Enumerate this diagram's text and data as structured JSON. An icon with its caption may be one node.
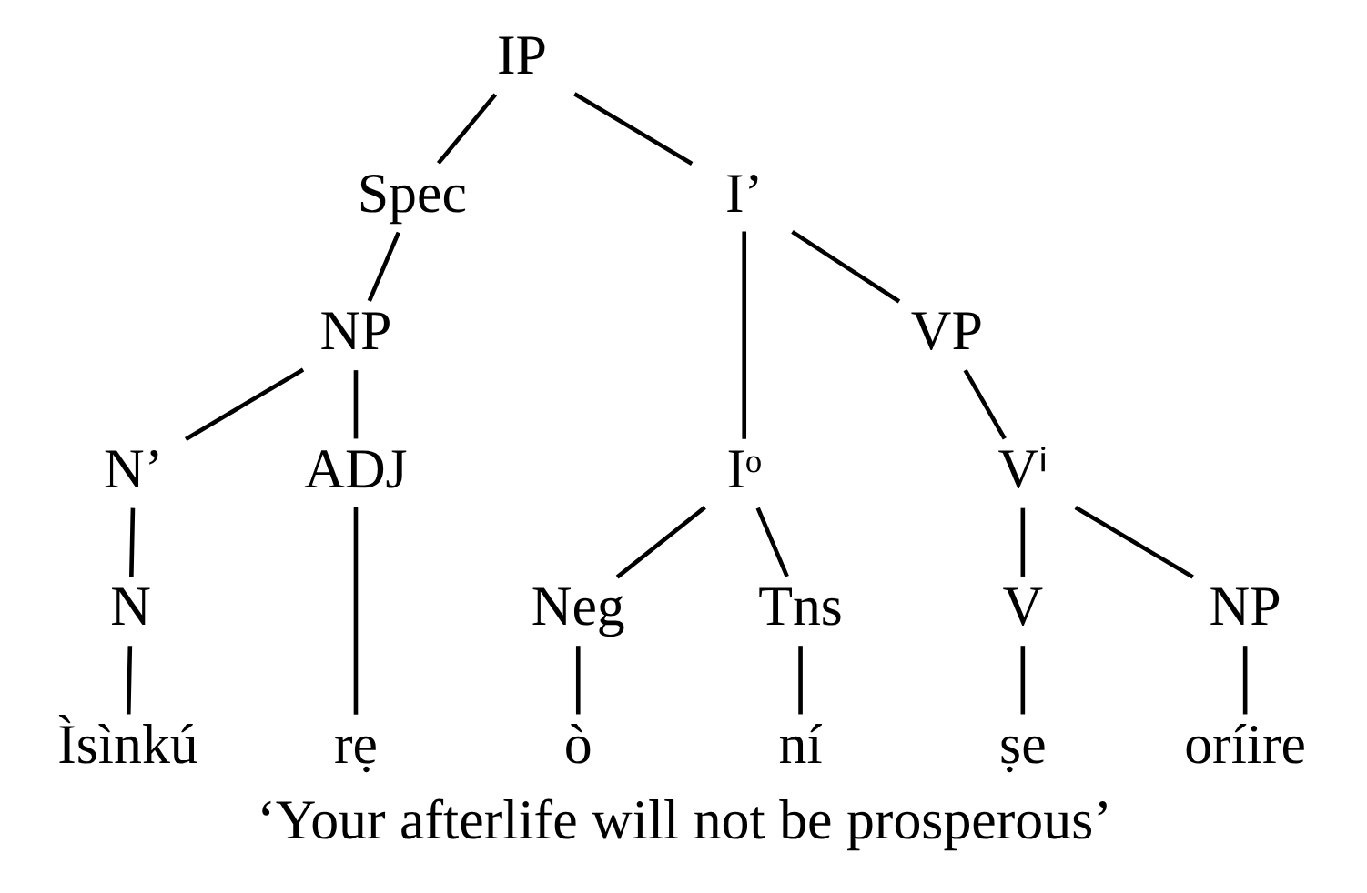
{
  "diagram": {
    "caption": "‘Your afterlife will not be prosperous’",
    "nodes": [
      {
        "text": [
          "IP"
        ]
      },
      {
        "text": [
          "Spec"
        ]
      },
      {
        "text": [
          "I’"
        ]
      },
      {
        "text": [
          "NP"
        ]
      },
      {
        "text": [
          "Iᵒ"
        ]
      },
      {
        "text": [
          "VP"
        ]
      },
      {
        "text": [
          "N’"
        ]
      },
      {
        "text": [
          "ADJ"
        ]
      },
      {
        "text": [
          "Vⁱ"
        ]
      },
      {
        "text": [
          "N"
        ]
      },
      {
        "text": [
          "Neg"
        ]
      },
      {
        "text": [
          "Tns"
        ]
      },
      {
        "text": [
          "V"
        ]
      },
      {
        "text": [
          "NP"
        ]
      },
      {
        "text": [
          "Ìsìnkú"
        ]
      },
      {
        "text": [
          "rẹ"
        ]
      },
      {
        "text": [
          "ò"
        ]
      },
      {
        "text": [
          "ní"
        ]
      },
      {
        "text": [
          "ṣe"
        ]
      },
      {
        "text": [
          "oríire"
        ]
      }
    ],
    "edges": [
      {
        "from": 0,
        "to": 1,
        "arrow": "none"
      },
      {
        "from": 0,
        "to": 2,
        "arrow": "none"
      },
      {
        "from": 1,
        "to": 3,
        "arrow": "none"
      },
      {
        "from": 2,
        "to": 4,
        "arrow": "none"
      },
      {
        "from": 2,
        "to": 5,
        "arrow": "none"
      },
      {
        "from": 3,
        "to": 6,
        "arrow": "none"
      },
      {
        "from": 3,
        "to": 7,
        "arrow": "none"
      },
      {
        "from": 5,
        "to": 8,
        "arrow": "none"
      },
      {
        "from": 6,
        "to": 9,
        "arrow": "none"
      },
      {
        "from": 4,
        "to": 10,
        "arrow": "none"
      },
      {
        "from": 4,
        "to": 11,
        "arrow": "none"
      },
      {
        "from": 8,
        "to": 12,
        "arrow": "none"
      },
      {
        "from": 8,
        "to": 13,
        "arrow": "none"
      },
      {
        "from": 9,
        "to": 14,
        "arrow": "none"
      },
      {
        "from": 7,
        "to": 15,
        "arrow": "none"
      },
      {
        "from": 10,
        "to": 16,
        "arrow": "none"
      },
      {
        "from": 11,
        "to": 17,
        "arrow": "none"
      },
      {
        "from": 12,
        "to": 18,
        "arrow": "none"
      },
      {
        "from": 13,
        "to": 19,
        "arrow": "none"
      }
    ]
  }
}
